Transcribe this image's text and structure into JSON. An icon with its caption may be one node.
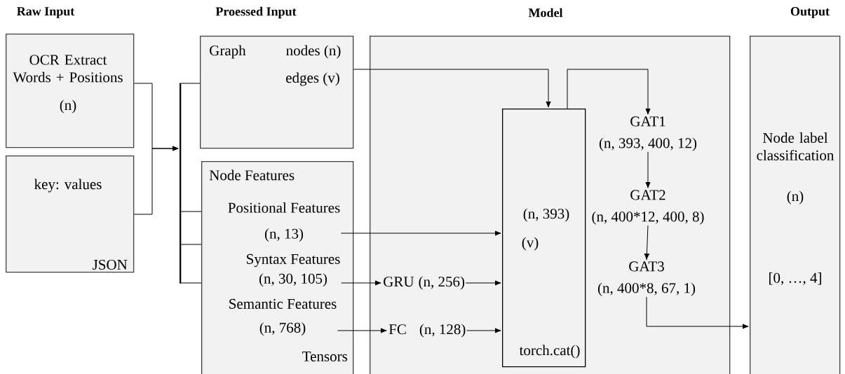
{
  "diagram": {
    "nodes": [
      {
        "text": [
          "OCR Extract Words + Positions",
          "(n)"
        ]
      },
      {
        "text": [
          "key: values",
          "JSON"
        ]
      },
      {
        "text": [
          "Graph",
          "nodes (n)",
          "edges (v)"
        ]
      },
      {
        "text": [
          "Node Features",
          "Tensors"
        ]
      },
      {
        "text": [
          "Positional Features",
          "(n, 13)"
        ],
        "in": 3
      },
      {
        "text": [
          "Syntax Features",
          "(n, 30, 105)"
        ],
        "in": 3
      },
      {
        "text": [
          "Semantic Features",
          "(n, 768)"
        ],
        "in": 3
      },
      {
        "text": [],
        "shape": "box"
      },
      {
        "text": [
          "GRU",
          "(n, 256)"
        ],
        "in": 7
      },
      {
        "text": [
          "FC",
          "(n, 128)"
        ],
        "in": 7
      },
      {
        "text": [
          "(n, 393)",
          "(v)",
          "torch.cat()"
        ],
        "in": 7
      },
      {
        "text": [
          "GAT1",
          "(n, 393, 400, 12)"
        ],
        "in": 7
      },
      {
        "text": [
          "GAT2",
          "(n, 400*12, 400, 8)"
        ],
        "in": 7
      },
      {
        "text": [
          "GAT3",
          "(n, 400*8, 67, 1)"
        ],
        "in": 7
      },
      {
        "text": [
          "Node label classification",
          "(n)",
          "[0, …, 4]"
        ]
      },
      {
        "text": [],
        "shape": "bar"
      }
    ],
    "edges": [
      {
        "from": 0,
        "to": 15,
        "arrow": "to"
      },
      {
        "from": 1,
        "to": 15,
        "arrow": "to"
      },
      {
        "from": 15,
        "to": 2,
        "arrow": "none"
      },
      {
        "from": 15,
        "to": 3,
        "arrow": "none"
      },
      {
        "from": 2,
        "to": 10,
        "arrow": "to"
      },
      {
        "from": 10,
        "to": 11,
        "arrow": "to"
      },
      {
        "from": 4,
        "to": 10,
        "arrow": "to"
      },
      {
        "from": 5,
        "to": 8,
        "arrow": "to"
      },
      {
        "from": 8,
        "to": 10,
        "arrow": "to"
      },
      {
        "from": 6,
        "to": 9,
        "arrow": "to"
      },
      {
        "from": 9,
        "to": 10,
        "arrow": "to"
      },
      {
        "from": 11,
        "to": 12,
        "arrow": "to"
      },
      {
        "from": 12,
        "to": 13,
        "arrow": "to"
      },
      {
        "from": 13,
        "to": 14,
        "arrow": "to"
      }
    ],
    "labels": [
      "Raw Input",
      "Proessed Input",
      "Model",
      "Output"
    ]
  }
}
